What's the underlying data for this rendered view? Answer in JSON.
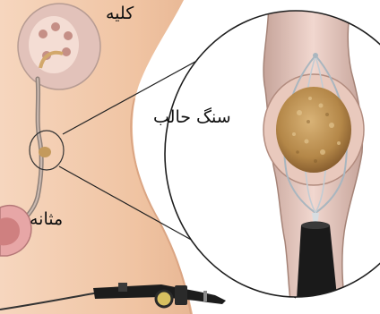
{
  "labels": {
    "kidney": "کلیه",
    "stone": "سنگ حالب",
    "bladder": "مثانه"
  },
  "colors": {
    "skin": "#f2c9a8",
    "kidney": "#d9b8b0",
    "ureter": "#9b8c84",
    "stone": "#b88a4a",
    "instrument": "#222222",
    "wire": "#a8b4bc"
  }
}
